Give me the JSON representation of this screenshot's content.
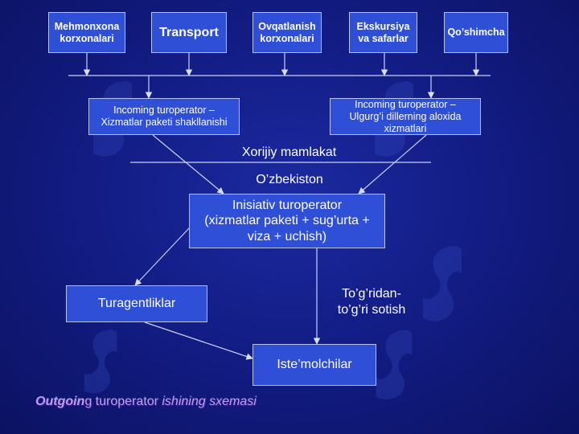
{
  "top_boxes": [
    "Mehmonxona\nkorxonalari",
    "Transport",
    "Ovqatlanish\nkorxonalari",
    "Ekskursiya\nva safarlar",
    "Qo’shimcha"
  ],
  "incoming_left": "Incoming turoperator –\nXizmatlar paketi shakllanishi",
  "incoming_right": "Incoming turoperator –\nUlgurg’i dillerning aloxida\nxizmatlari",
  "foreign_label": "Xorijiy mamlakat",
  "local_label": "O’zbekiston",
  "initiative_box": "Inisiativ turoperator\n(xizmatlar paketi + sug’urta +\nviza + uchish)",
  "travel_agents": "Turagentliklar",
  "direct_sales": "To’g’ridan-\nto’g’ri sotish",
  "consumers": "Iste’molchilar",
  "caption": {
    "part1": "Outgoin",
    "part2": "g turoperator ",
    "part3": "ishining sxemasi"
  },
  "colors": {
    "background": "#131d86",
    "box_fill": "#2f4fd6",
    "box_border": "#b7c3ee",
    "caption": "#b8a0ec"
  }
}
